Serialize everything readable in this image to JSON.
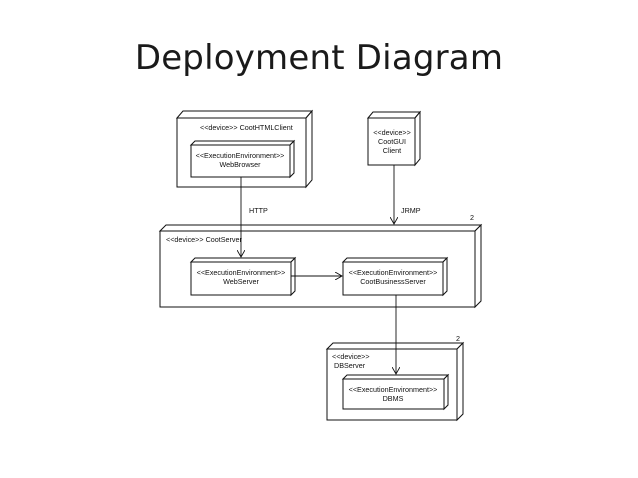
{
  "slide": {
    "title": "Deployment Diagram"
  },
  "diagram": {
    "nodes": {
      "html_client": {
        "label": "<<device>> CootHTMLClient"
      },
      "web_browser": {
        "line1": "<<ExecutionEnvironment>>",
        "line2": "WebBrowser"
      },
      "gui_client": {
        "line1": "<<device>>",
        "line2": "CootGUI",
        "line3": "Client"
      },
      "coot_server": {
        "label": "<<device>> CootServer"
      },
      "web_server": {
        "line1": "<<ExecutionEnvironment>>",
        "line2": "WebServer"
      },
      "business_server": {
        "line1": "<<ExecutionEnvironment>>",
        "line2": "CootBusinessServer"
      },
      "db_server": {
        "line1": "<<device>>",
        "line2": "DBServer"
      },
      "dbms": {
        "line1": "<<ExecutionEnvironment>>",
        "line2": "DBMS"
      }
    },
    "connectors": {
      "http": "HTTP",
      "jrmp": "JRMP",
      "server_multiplicity": "2",
      "db_multiplicity": "2"
    }
  }
}
